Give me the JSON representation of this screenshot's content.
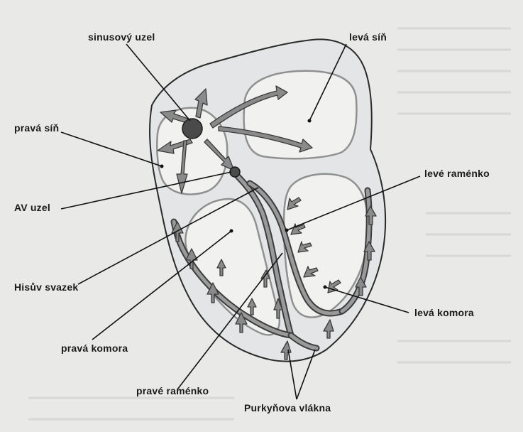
{
  "labels": {
    "sinus_node": "sinusový uzel",
    "left_atrium": "levá síň",
    "right_atrium": "pravá síň",
    "left_bundle_branch": "levé raménko",
    "av_node": "AV uzel",
    "bundle_of_his": "Hisův svazek",
    "left_ventricle": "levá komora",
    "right_ventricle": "pravá komora",
    "right_bundle_branch": "pravé raménko",
    "purkinje_fibers": "Purkyňova vlákna"
  },
  "colors": {
    "background": "#e9e9e7",
    "heart_wall": "#e3e5e6",
    "chamber": "#f1f1f0",
    "conduction": "#3d3d3d",
    "arrow_fill": "#8a8a8a"
  }
}
